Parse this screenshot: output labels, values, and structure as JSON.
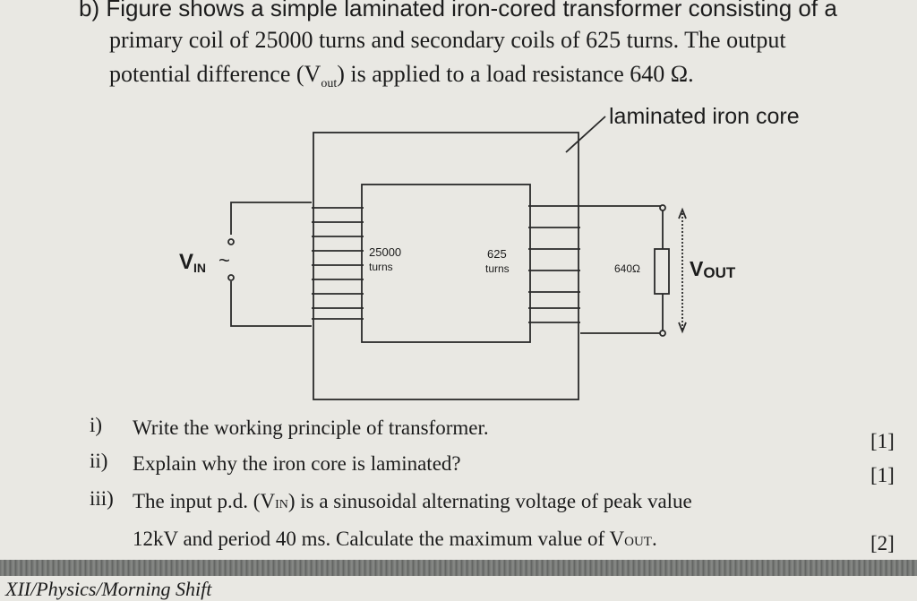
{
  "question": {
    "line1": "b) Figure shows a simple laminated iron-cored transformer consisting of a",
    "line2": "primary coil of 25000 turns and secondary coils of 625 turns. The output",
    "line3": "potential difference (V",
    "line3_sub": "out",
    "line3_end": ") is applied to a load resistance 640 Ω."
  },
  "diagram": {
    "core_label": "laminated iron core",
    "vin_label": "V",
    "vin_sub": "IN",
    "vin_symbol": "~",
    "primary_turns": "25000",
    "primary_unit": "turns",
    "secondary_turns": "625",
    "secondary_unit": "turns",
    "load_label": "640Ω",
    "vout_label": "V",
    "vout_sub": "OUT"
  },
  "subquestions": [
    {
      "num": "i)",
      "text": "Write the working principle of transformer.",
      "marks": "[1]"
    },
    {
      "num": "ii)",
      "text": "Explain why the iron core is laminated?",
      "marks": "[1]"
    },
    {
      "num": "iii)",
      "text": "The input p.d. (V",
      "text_sub": "IN",
      "text_end": ") is a sinusoidal alternating voltage of peak value",
      "marks": "[2]"
    },
    {
      "num": "",
      "text": "12kV and period 40 ms. Calculate the maximum value of V",
      "text_sub": "OUT",
      "text_end": ".",
      "marks": ""
    }
  ],
  "footer": "XII/Physics/Morning Shift"
}
